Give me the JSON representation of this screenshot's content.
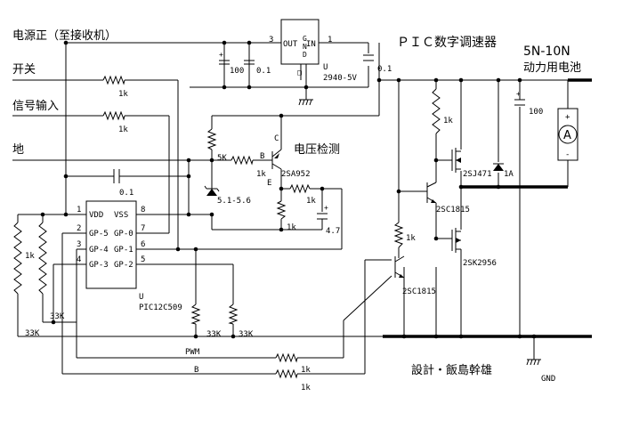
{
  "labels": {
    "power_positive": "电源正（至接收机）",
    "switch": "开关",
    "signal_input": "信号输入",
    "ground": "地",
    "title": "ＰＩＣ数字调速器",
    "battery_spec": "5N-10N",
    "battery_name": "动力用电池",
    "voltage_detect": "电压检测",
    "designer": "設計・飯島幹雄",
    "gnd": "GND"
  },
  "regulator": {
    "pin_left": "3",
    "pin_right": "1",
    "out": "OUT",
    "in": "IN",
    "gnd_mark": "G\nN\nD",
    "designator": "U",
    "part": "2940-5V"
  },
  "capacitors": {
    "c_out_electro": "100",
    "c_out_film": "0.1",
    "c_in_film": "0.1",
    "c_input": "0.1",
    "c_motor": "100",
    "c_batt": "4.7"
  },
  "resistors": {
    "r_switch": "1k",
    "r_signal": "1k",
    "r_5k": "5K",
    "r_base": "1k",
    "r_emitter_top": "1k",
    "r_emitter_bot": "1k",
    "r_1k_left": "1k",
    "r_33k_a": "33K",
    "r_33k_b": "33K",
    "r_33k_c": "33K",
    "r_33k_d": "33K",
    "r_pwm": "1k",
    "r_b": "1k",
    "r_gate_top": "1k",
    "r_gate_mid": "1k"
  },
  "transistors": {
    "q_pnp": "2SA952",
    "q_npn1": "2SC1815",
    "q_npn2": "2SC1815",
    "fet_p": "2SJ471",
    "fet_n": "2SK2956",
    "pin_c": "C",
    "pin_b": "B",
    "pin_e": "E"
  },
  "diodes": {
    "zener": "5.1-5.6",
    "flyback": "1A"
  },
  "mcu": {
    "designator": "U",
    "part": "PIC12C509",
    "pins_left": [
      {
        "num": "1",
        "name": "VDD"
      },
      {
        "num": "2",
        "name": "GP-5"
      },
      {
        "num": "3",
        "name": "GP-4"
      },
      {
        "num": "4",
        "name": "GP-3"
      }
    ],
    "pins_right": [
      {
        "num": "8",
        "name": "VSS"
      },
      {
        "num": "7",
        "name": "GP-0"
      },
      {
        "num": "6",
        "name": "GP-1"
      },
      {
        "num": "5",
        "name": "GP-2"
      }
    ]
  },
  "nets": {
    "pwm": "PWM",
    "b": "B"
  },
  "motor": {
    "symbol": "A",
    "plus": "+",
    "minus": "-"
  }
}
